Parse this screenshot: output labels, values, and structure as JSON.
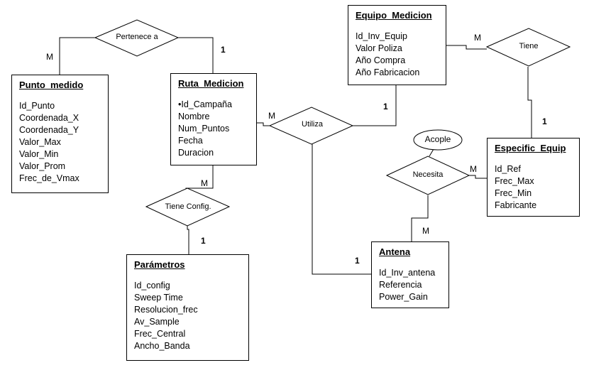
{
  "entities": {
    "punto_medido": {
      "title": "Punto_medido",
      "attributes": [
        "Id_Punto",
        "Coordenada_X",
        "Coordenada_Y",
        "Valor_Max",
        "Valor_Min",
        "Valor_Prom",
        "Frec_de_Vmax"
      ]
    },
    "ruta_medicion": {
      "title": "Ruta_Medicion",
      "attributes": [
        "•Id_Campaña",
        "Nombre",
        "Num_Puntos",
        "Fecha",
        "Duracion"
      ]
    },
    "equipo_medicion": {
      "title": "Equipo_Medicion",
      "attributes": [
        "Id_Inv_Equip",
        "Valor Poliza",
        "Año Compra",
        "Año Fabricacion"
      ]
    },
    "especific_equip": {
      "title": "Especific_Equip",
      "attributes": [
        "Id_Ref",
        "Frec_Max",
        "Frec_Min",
        "Fabricante"
      ]
    },
    "antena": {
      "title": "Antena",
      "attributes": [
        "Id_Inv_antena",
        "Referencia",
        "Power_Gain"
      ]
    },
    "parametros": {
      "title": "Parámetros",
      "attributes": [
        "Id_config",
        "Sweep Time",
        "Resolucion_frec",
        "Av_Sample",
        "Frec_Central",
        "Ancho_Banda"
      ]
    }
  },
  "relationships": {
    "pertenece": {
      "label": "Pertenece a"
    },
    "utiliza": {
      "label": "Utiliza"
    },
    "tiene": {
      "label": "Tiene"
    },
    "necesita": {
      "label": "Necesita"
    },
    "tiene_config": {
      "label": "Tiene Config."
    }
  },
  "attribute_oval": {
    "label": "Acople"
  },
  "cardinalities": {
    "pertenece_m": "M",
    "pertenece_1": "1",
    "utiliza_m": "M",
    "utiliza_equipo_1": "1",
    "utiliza_antena_1": "1",
    "tiene_m": "M",
    "tiene_1": "1",
    "necesita_m_especific": "M",
    "necesita_m_antena": "M",
    "tiene_config_m": "M",
    "tiene_config_1": "1"
  }
}
